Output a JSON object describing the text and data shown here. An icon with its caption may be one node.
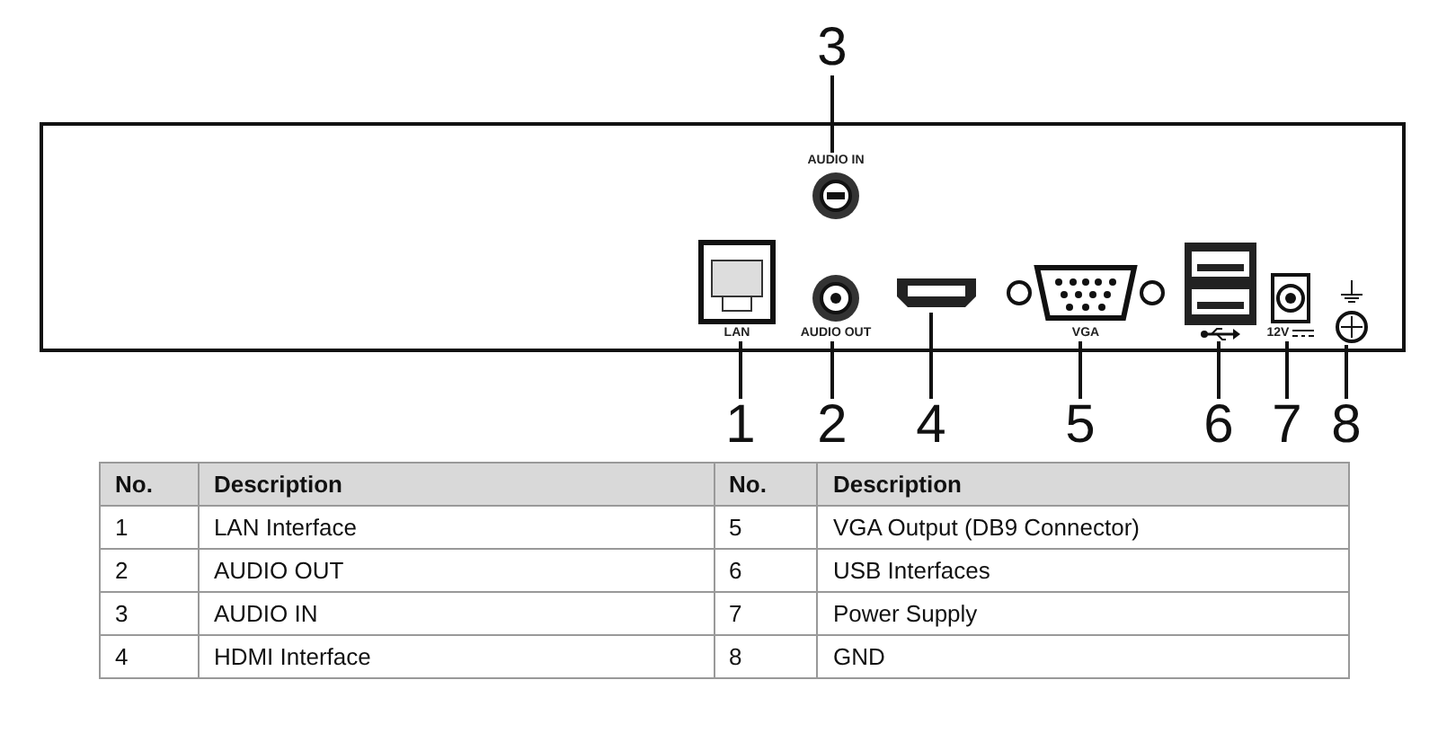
{
  "diagram": {
    "nodes": [
      {
        "text": [],
        "shape": "box"
      },
      {
        "text": [
          "3"
        ]
      },
      {
        "text": [],
        "shape": "picture",
        "in": 0,
        "beside": [
          "LAN"
        ]
      },
      {
        "text": [],
        "shape": "picture",
        "in": 0,
        "beside": [
          "AUDIO IN"
        ]
      },
      {
        "text": [],
        "shape": "picture",
        "in": 0,
        "beside": [
          "AUDIO OUT"
        ]
      },
      {
        "text": [],
        "shape": "picture",
        "in": 0
      },
      {
        "text": [],
        "shape": "picture",
        "in": 0,
        "beside": [
          "VGA"
        ]
      },
      {
        "text": [],
        "shape": "picture",
        "in": 0
      },
      {
        "text": [],
        "shape": "picture",
        "in": 0,
        "beside": [
          "12V"
        ]
      },
      {
        "text": [],
        "shape": "picture",
        "in": 0
      },
      {
        "text": [
          "1"
        ]
      },
      {
        "text": [
          "2"
        ]
      },
      {
        "text": [
          "4"
        ]
      },
      {
        "text": [
          "5"
        ]
      },
      {
        "text": [
          "6"
        ]
      },
      {
        "text": [
          "7"
        ]
      },
      {
        "text": [
          "8"
        ]
      }
    ],
    "edges": [
      {
        "from": 1,
        "to": 3,
        "arrow": "none"
      },
      {
        "from": 10,
        "to": 2,
        "arrow": "none"
      },
      {
        "from": 11,
        "to": 4,
        "arrow": "none"
      },
      {
        "from": 12,
        "to": 5,
        "arrow": "none"
      },
      {
        "from": 13,
        "to": 6,
        "arrow": "none"
      },
      {
        "from": 14,
        "to": 7,
        "arrow": "none"
      },
      {
        "from": 15,
        "to": 8,
        "arrow": "none"
      },
      {
        "from": 16,
        "to": 9,
        "arrow": "none"
      }
    ],
    "labels": [
      "No.",
      "Description",
      "No.",
      "Description",
      "1",
      "LAN Interface",
      "5",
      "VGA Output (DB9 Connector)",
      "2",
      "AUDIO OUT",
      "6",
      "USB Interfaces",
      "3",
      "AUDIO IN",
      "7",
      "Power Supply",
      "4",
      "HDMI Interface",
      "8",
      "GND"
    ]
  }
}
